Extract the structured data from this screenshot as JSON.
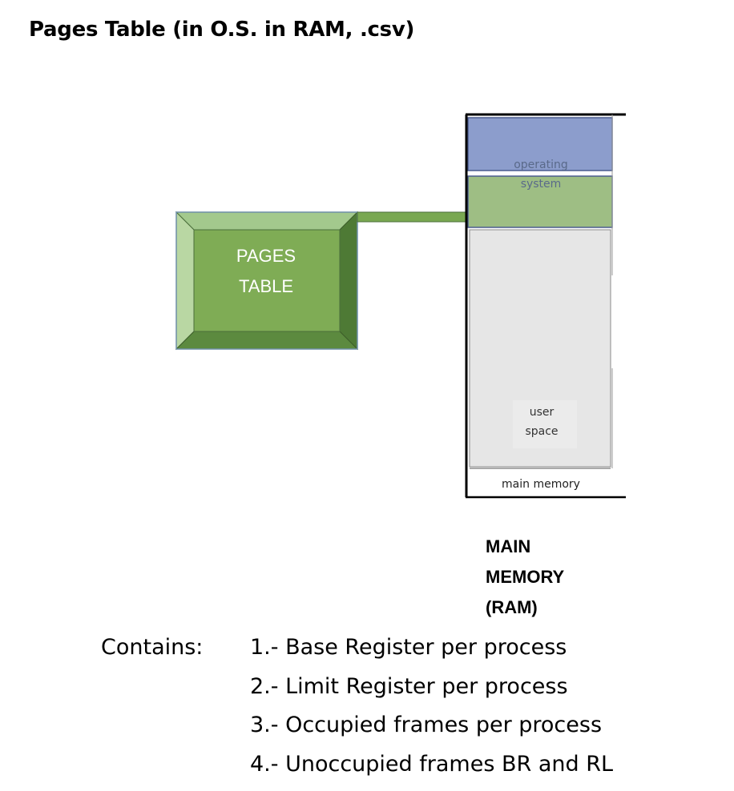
{
  "title": "Pages Table (in O.S. in RAM, .csv)",
  "pages_table": {
    "line1": "PAGES",
    "line2": "TABLE"
  },
  "memory": {
    "os_line1": "operating",
    "os_line2": "system",
    "user_line1": "user",
    "user_line2": "space",
    "footer": "main memory"
  },
  "ram_label": {
    "line1": "MAIN",
    "line2": "MEMORY",
    "line3": "(RAM)"
  },
  "contains": {
    "label": "Contains:",
    "items": [
      "1.- Base Register per process",
      "2.- Limit Register per process",
      "3.- Occupied frames per process",
      "4.- Unoccupied frames BR and RL"
    ]
  },
  "colors": {
    "os_block_blue": "#8c9dcc",
    "os_block_green": "#9ebe84",
    "pages_table_face": "#7fac55",
    "user_space": "#e6e6e6"
  }
}
